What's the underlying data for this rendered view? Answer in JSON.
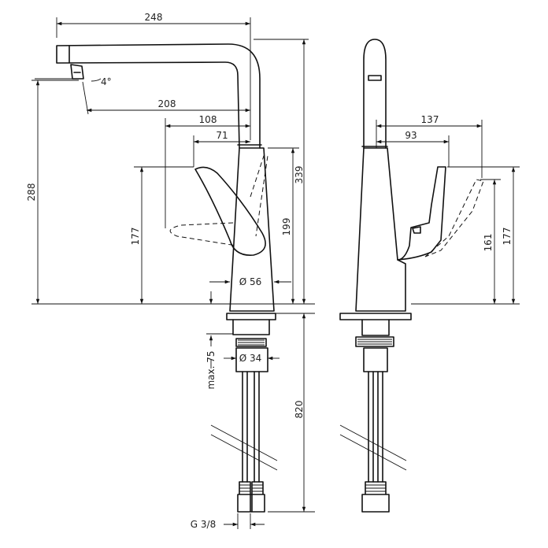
{
  "drawing": {
    "front_view": {
      "dims": {
        "spout_reach": "248",
        "spout_angle": "4°",
        "aerator_to_body": "208",
        "lever_reach": "108",
        "lever_offset": "71",
        "spout_height": "288",
        "lever_height": "177",
        "lever_travel_height": "199",
        "total_height": "339",
        "body_diameter": "Ø 56",
        "mount_hole": "max. 75",
        "shank_diameter": "Ø 34",
        "hose_length": "820",
        "thread": "G 3/8"
      }
    },
    "side_view": {
      "dims": {
        "lever_open_reach": "137",
        "lever_reach": "93",
        "lever_height": "161",
        "lever_open_height": "177"
      }
    }
  }
}
